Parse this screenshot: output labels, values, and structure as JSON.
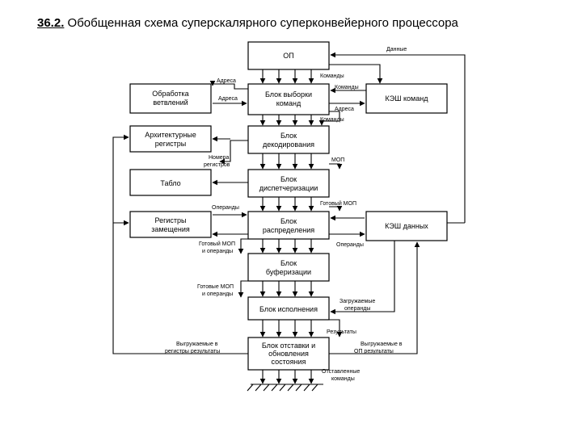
{
  "title": {
    "number": "36.2.",
    "text": "Обобщенная схема суперскалярного суперконвейерного процессора"
  },
  "blocks": {
    "op": [
      "ОП"
    ],
    "fetch": [
      "Блок выборки",
      "команд"
    ],
    "decode": [
      "Блок",
      "декодирования"
    ],
    "dispatch": [
      "Блок",
      "диспетчеризации"
    ],
    "distrib": [
      "Блок",
      "распределения"
    ],
    "buffer": [
      "Блок",
      "буферизации"
    ],
    "exec": [
      "Блок исполнения"
    ],
    "retire": [
      "Блок отставки и",
      "обновления",
      "состояния"
    ],
    "branch": [
      "Обработка",
      "ветвлений"
    ],
    "arch_regs": [
      "Архитектурные",
      "регистры"
    ],
    "table": [
      "Табло"
    ],
    "rename_regs": [
      "Регистры",
      "замещения"
    ],
    "icache": [
      "КЭШ команд"
    ],
    "dcache": [
      "КЭШ данных"
    ]
  },
  "labels": {
    "data": "Данные",
    "cmds_op": "Команды",
    "cmds_cache": "Команды",
    "addr_cache": "Адреса",
    "cmds_fetch": "Команды",
    "addr_branch_top": "Адреса",
    "addr_branch_bot": "Адреса",
    "reg_numbers": [
      "Номера",
      "регистров"
    ],
    "mop": "МОП",
    "operands_rename": "Операнды",
    "ready_mop_distrib": "Готовый МОП",
    "ready_mop_operands": [
      "Готовый МОП",
      "и операнды"
    ],
    "operands_dcache": "Операнды",
    "ready_mops_operands": [
      "Готовые МОП",
      "и операнды"
    ],
    "loaded_operands": [
      "Загружаемые",
      "операнды"
    ],
    "results": "Результаты",
    "unload_regs": [
      "Выгружаемые в",
      "регистры результаты"
    ],
    "unload_op": [
      "Выгружаемые в",
      "ОП результаты"
    ],
    "retired_cmds": [
      "Отставленные",
      "команды"
    ]
  }
}
